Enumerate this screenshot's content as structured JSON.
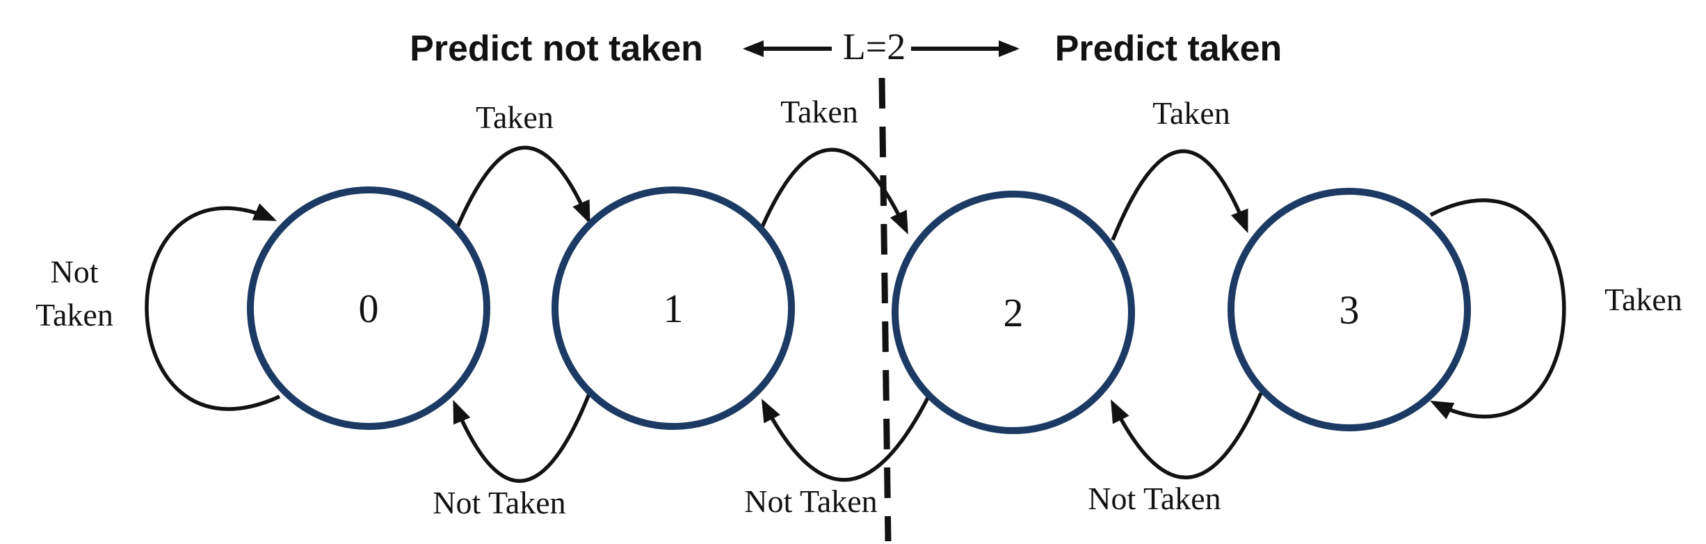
{
  "header": {
    "left_label": "Predict not taken",
    "divider_label": "L=2",
    "right_label": "Predict taken"
  },
  "states": [
    {
      "label": "0"
    },
    {
      "label": "1"
    },
    {
      "label": "2"
    },
    {
      "label": "3"
    }
  ],
  "edges": {
    "taken_0_1": "Taken",
    "taken_1_2": "Taken",
    "taken_2_3": "Taken",
    "not_taken_1_0": "Not Taken",
    "not_taken_2_1": "Not Taken",
    "not_taken_3_2": "Not Taken",
    "self_loop_state0_line1": "Not",
    "self_loop_state0_line2": "Taken",
    "self_loop_state3": "Taken"
  },
  "colors": {
    "state_stroke": "#1c3a63",
    "ink": "#121212"
  }
}
